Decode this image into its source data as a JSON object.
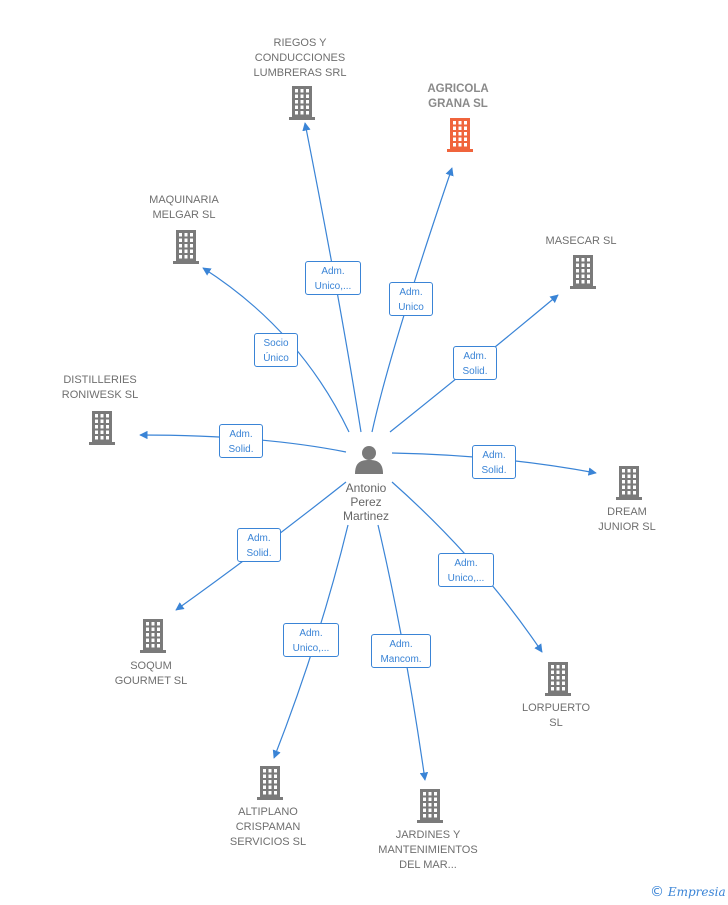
{
  "center": {
    "name": "Antonio\nPerez\nMartinez"
  },
  "colors": {
    "edge": "#3a84d6",
    "building": "#7a7a7a",
    "building_highlight": "#f0643c",
    "person": "#7a7a7a"
  },
  "nodes": [
    {
      "id": "riegos",
      "label": "RIEGOS Y\nCONDUCCIONES\nLUMBRERAS SRL",
      "highlight": false
    },
    {
      "id": "agricola",
      "label": "AGRICOLA\nGRANA  SL",
      "highlight": true
    },
    {
      "id": "maquinaria",
      "label": "MAQUINARIA\nMELGAR  SL",
      "highlight": false
    },
    {
      "id": "masecar",
      "label": "MASECAR SL",
      "highlight": false
    },
    {
      "id": "distilleries",
      "label": "DISTILLERIES\nRONIWESK SL",
      "highlight": false
    },
    {
      "id": "dream",
      "label": "DREAM\nJUNIOR  SL",
      "highlight": false
    },
    {
      "id": "soqum",
      "label": "SOQUM\nGOURMET  SL",
      "highlight": false
    },
    {
      "id": "lorpuerto",
      "label": "LORPUERTO\nSL",
      "highlight": false
    },
    {
      "id": "altiplano",
      "label": "ALTIPLANO\nCRISPAMAN\nSERVICIOS  SL",
      "highlight": false
    },
    {
      "id": "jardines",
      "label": "JARDINES Y\nMANTENIMIENTOS\nDEL MAR...",
      "highlight": false
    }
  ],
  "edges": [
    {
      "to": "riegos",
      "label": "Adm.\nUnico,..."
    },
    {
      "to": "agricola",
      "label": "Adm.\nUnico"
    },
    {
      "to": "maquinaria",
      "label": "Socio\nÚnico"
    },
    {
      "to": "masecar",
      "label": "Adm.\nSolid."
    },
    {
      "to": "distilleries",
      "label": "Adm.\nSolid."
    },
    {
      "to": "dream",
      "label": "Adm.\nSolid."
    },
    {
      "to": "soqum",
      "label": "Adm.\nSolid."
    },
    {
      "to": "lorpuerto",
      "label": "Adm.\nUnico,..."
    },
    {
      "to": "altiplano",
      "label": "Adm.\nUnico,..."
    },
    {
      "to": "jardines",
      "label": "Adm.\nMancom."
    }
  ],
  "brand": {
    "copyright": "©",
    "name": "Empresia"
  }
}
